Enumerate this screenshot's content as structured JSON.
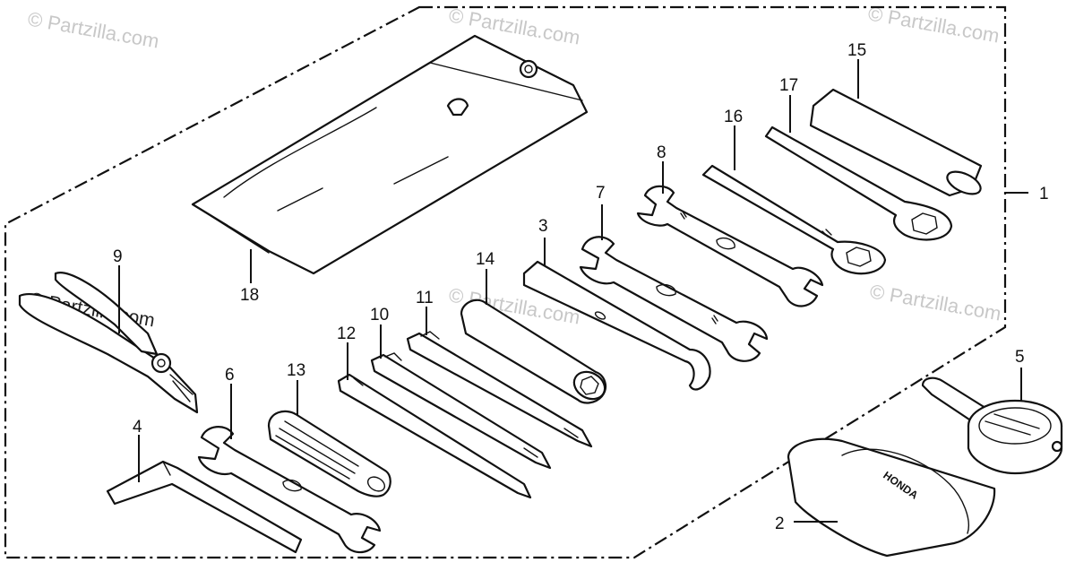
{
  "watermark": "© Partzilla.com",
  "callouts": {
    "c1": "1",
    "c2": "2",
    "c3": "3",
    "c4": "4",
    "c5": "5",
    "c6": "6",
    "c7": "7",
    "c8": "8",
    "c9": "9",
    "c10": "10",
    "c11": "11",
    "c12": "12",
    "c13": "13",
    "c14": "14",
    "c15": "15",
    "c16": "16",
    "c17": "17",
    "c18": "18"
  },
  "pouch_brand": "HONDA"
}
